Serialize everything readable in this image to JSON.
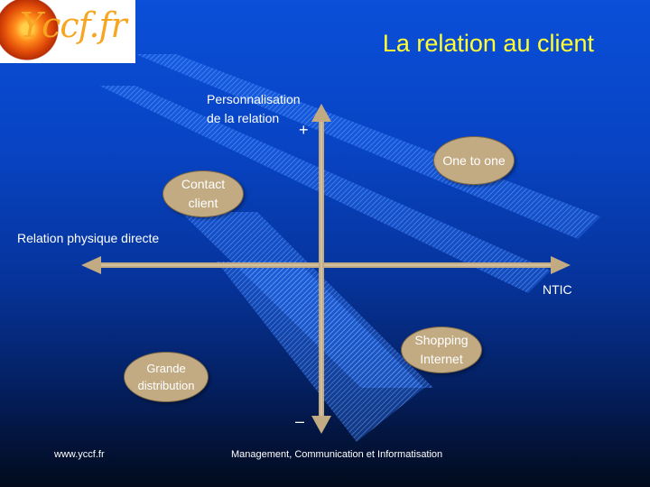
{
  "logo": {
    "text": "Yccf.fr"
  },
  "title": "La relation au client",
  "axes": {
    "y_label_line1": "Personnalisation",
    "y_label_line2": "de la relation",
    "y_plus": "+",
    "y_minus": "–",
    "x_left_label": "Relation physique directe",
    "x_right_label": "NTIC"
  },
  "bubbles": {
    "one_to_one": "One to one",
    "contact_client": "Contact\nclient",
    "shopping_internet": "Shopping\nInternet",
    "grande_distribution": "Grande\ndistribution"
  },
  "footer": {
    "left": "www.yccf.fr",
    "center": "Management, Communication et Informatisation"
  },
  "colors": {
    "title": "#ffff33",
    "bubble": "#c2ab83",
    "arrow": "#c2ab83"
  }
}
